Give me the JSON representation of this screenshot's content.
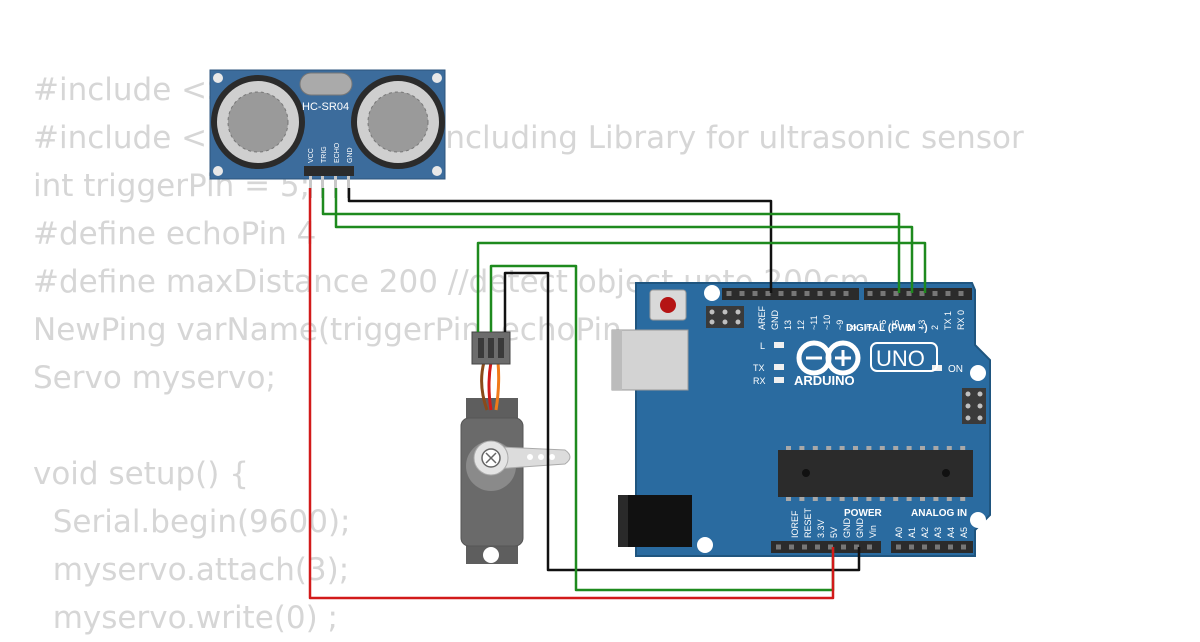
{
  "code_lines": [
    "#include <Servo.h>",
    "#include <NewPing.h>  //including Library for ultrasonic sensor",
    "int triggerPin = 5;",
    "#define echoPin 4",
    "#define maxDistance 200 //detect object upto 200cm",
    "NewPing varName(triggerPin, echoPin, maxDistance);",
    "Servo myservo;",
    "",
    "void setup() {",
    "  Serial.begin(9600);",
    "  myservo.attach(3);",
    "  myservo.write(0) ;"
  ],
  "sensor": {
    "model": "HC-SR04",
    "pins": [
      "VCC",
      "TRIG",
      "ECHO",
      "GND"
    ]
  },
  "arduino": {
    "logo_text": "ARDUINO",
    "model": "UNO",
    "digital_label": "DIGITAL (PWM ~)",
    "power_label": "POWER",
    "analog_label": "ANALOG IN",
    "on_label": "ON",
    "l_label": "L",
    "tx_label": "TX",
    "rx_label": "RX",
    "top_pins": [
      "AREF",
      "GND",
      "13",
      "12",
      "~11",
      "~10",
      "~9",
      "8",
      "7",
      "~6",
      "~5",
      "4",
      "~3",
      "2",
      "TX 1",
      "RX 0"
    ],
    "power_pins": [
      "IOREF",
      "RESET",
      "3.3V",
      "5V",
      "GND",
      "GND",
      "Vin"
    ],
    "analog_pins": [
      "A0",
      "A1",
      "A2",
      "A3",
      "A4",
      "A5"
    ]
  },
  "colors": {
    "code_text": "#d6d6d6",
    "board_blue": "#2a6ba0",
    "sensor_blue": "#3c6c9c",
    "wire_green": "#1e8a1e",
    "wire_black": "#111111",
    "wire_red": "#d21a1a",
    "wire_orange": "#f07a1a",
    "servo_gray": "#6a6a6a"
  }
}
